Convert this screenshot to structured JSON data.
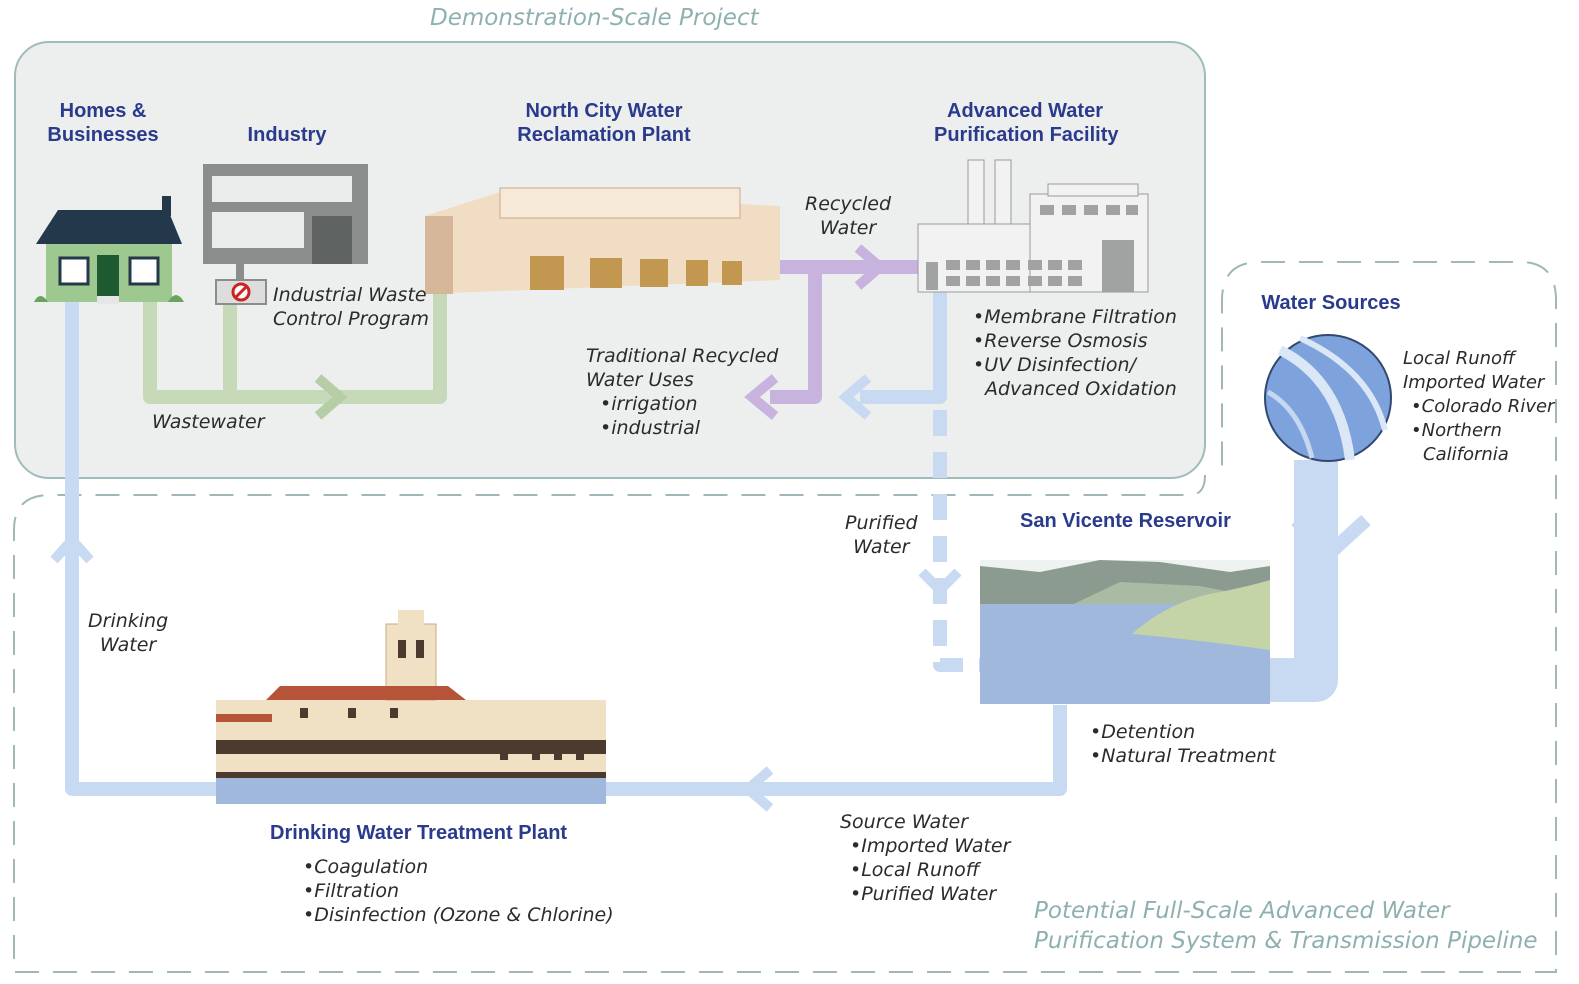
{
  "zones": {
    "demo": "Demonstration-Scale Project",
    "full_scale": [
      "Potential Full-Scale Advanced Water",
      "Purification System & Transmission Pipeline"
    ]
  },
  "titles": {
    "homes": [
      "Homes &",
      "Businesses"
    ],
    "industry": "Industry",
    "north_city": [
      "North City Water",
      "Reclamation Plant"
    ],
    "awpf": [
      "Advanced Water",
      "Purification Facility"
    ],
    "water_sources": "Water Sources",
    "san_vicente": "San Vicente Reservoir",
    "dwtp": "Drinking Water Treatment Plant"
  },
  "labels": {
    "industrial_waste": [
      "Industrial Waste",
      "Control Program"
    ],
    "wastewater": "Wastewater",
    "recycled_water": [
      "Recycled",
      "Water"
    ],
    "traditional_recycled": [
      "Traditional Recycled",
      "Water Uses"
    ],
    "traditional_uses": [
      "irrigation",
      "industrial"
    ],
    "awpf_processes": [
      "Membrane Filtration",
      "Reverse Osmosis",
      "UV Disinfection/"
    ],
    "awpf_processes_cont": "Advanced Oxidation",
    "water_sources_list": [
      "Local Runoff",
      "Imported Water"
    ],
    "water_sources_sub": [
      "Colorado River",
      "Northern"
    ],
    "water_sources_sub_cont": "California",
    "purified_water": [
      "Purified",
      "Water"
    ],
    "reservoir_processes": [
      "Detention",
      "Natural Treatment"
    ],
    "drinking_water": [
      "Drinking",
      "Water"
    ],
    "source_water_title": "Source Water",
    "source_water_list": [
      "Imported Water",
      "Local Runoff",
      "Purified Water"
    ],
    "dwtp_processes": [
      "Coagulation",
      "Filtration",
      "Disinfection (Ozone & Chlorine)"
    ]
  },
  "colors": {
    "title_blue": "#2a3a8c",
    "zone_text": "#8fb0b0",
    "wastewater_pipe": "#c6d9b8",
    "recycled_pipe": "#c7b3de",
    "drinking_pipe": "#c8daf2",
    "demo_fill": "#edeeee",
    "demo_border": "#9fbcbc"
  }
}
